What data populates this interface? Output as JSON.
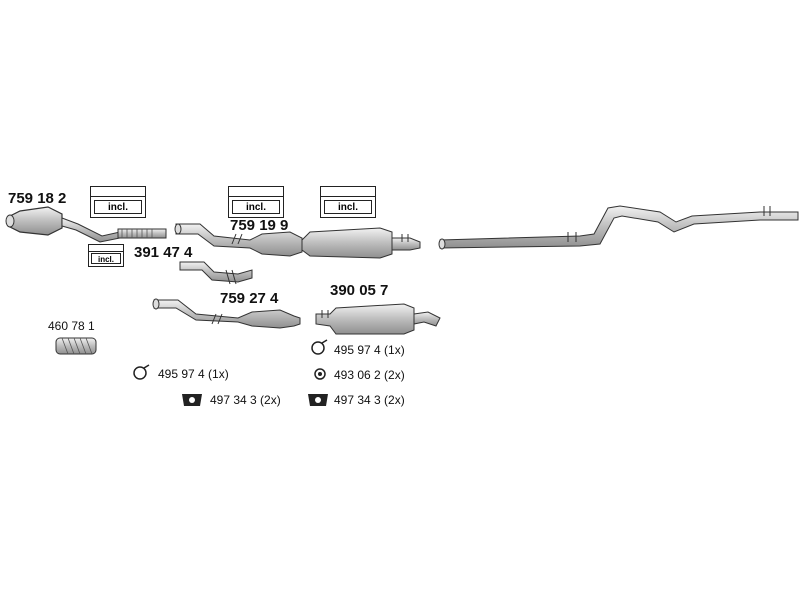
{
  "parts": {
    "p1": "759 18 2",
    "p2": "391 47 4",
    "p3": "759 19 9",
    "p4": "759 27 4",
    "p5": "390 05 7",
    "p6": "460 78 1"
  },
  "kit_label": "incl.",
  "hardware": {
    "h1": "495 97 4 (1x)",
    "h2": "497 34 3 (2x)",
    "h3": "495 97 4 (1x)",
    "h4": "493 06 2 (2x)",
    "h5": "497 34 3 (2x)"
  },
  "colors": {
    "pipe_fill": "#c8c8c8",
    "line": "#333333"
  }
}
